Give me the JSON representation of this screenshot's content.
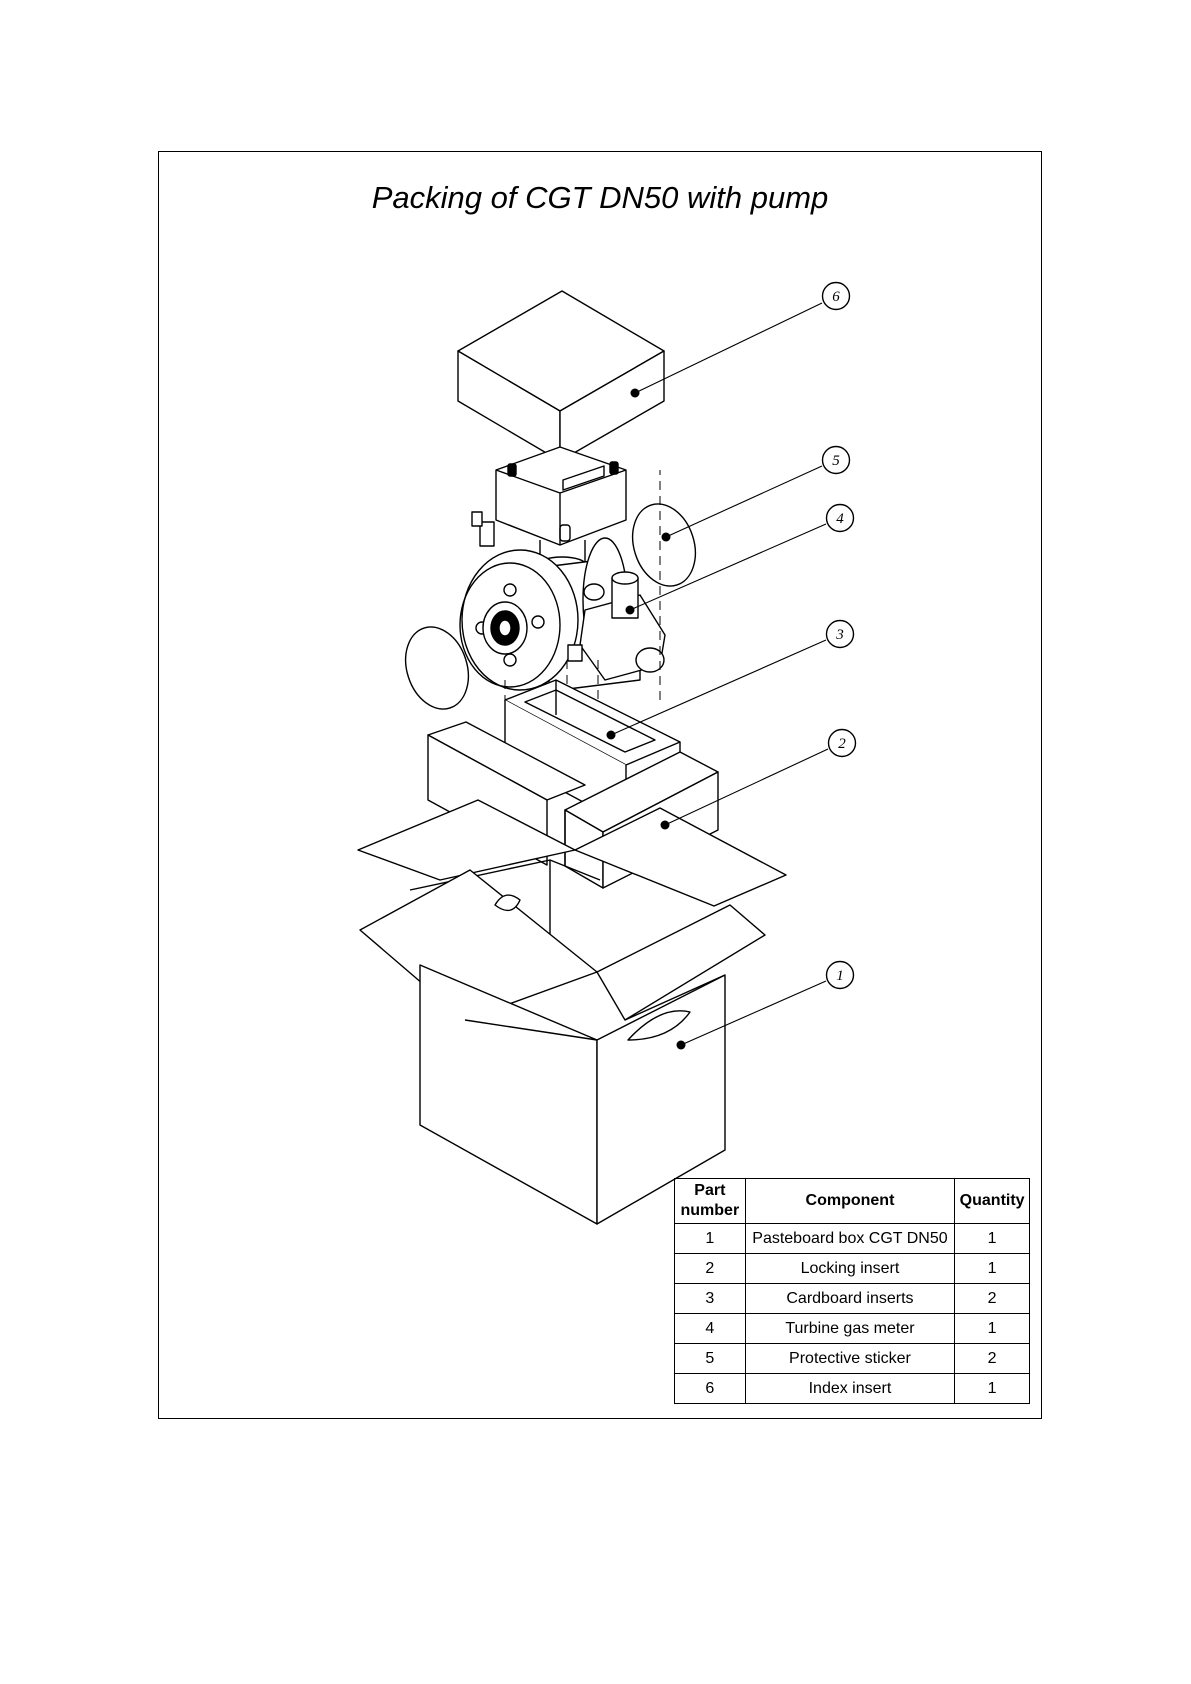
{
  "title": "Packing of CGT DN50 with pump",
  "balloons": [
    "6",
    "5",
    "4",
    "3",
    "2",
    "1"
  ],
  "table": {
    "headers": [
      "Part number",
      "Component",
      "Quantity"
    ],
    "rows": [
      [
        "1",
        "Pasteboard box CGT DN50",
        "1"
      ],
      [
        "2",
        "Locking insert",
        "1"
      ],
      [
        "3",
        "Cardboard inserts",
        "2"
      ],
      [
        "4",
        "Turbine gas meter",
        "1"
      ],
      [
        "5",
        "Protective sticker",
        "2"
      ],
      [
        "6",
        "Index insert",
        "1"
      ]
    ]
  }
}
